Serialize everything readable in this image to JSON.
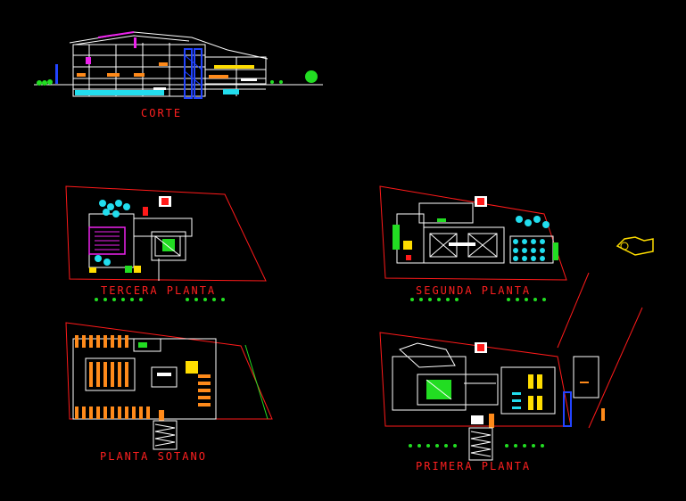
{
  "drawing": {
    "background": "#000000",
    "colors": {
      "outline_red": "#ff1a1a",
      "line_white": "#ffffff",
      "fill_white": "#ffffff",
      "accent_cyan": "#22ddee",
      "accent_green": "#22dd22",
      "accent_yellow": "#ffdd00",
      "accent_blue": "#2244ff",
      "accent_magenta": "#ee22ee",
      "accent_orange": "#ff8a1a",
      "label_red": "#ff2020"
    },
    "labels": {
      "section": "CORTE",
      "third_floor": "TERCERA PLANTA",
      "second_floor": "SEGUNDA PLANTA",
      "basement": "PLANTA SOTANO",
      "first_floor": "PRIMERA PLANTA"
    }
  }
}
